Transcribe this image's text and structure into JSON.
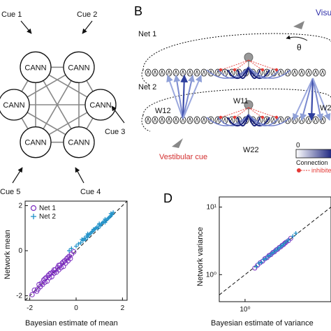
{
  "panel_a": {
    "nodes": [
      {
        "label": "CANN"
      },
      {
        "label": "CANN"
      },
      {
        "label": "CANN"
      },
      {
        "label": "CANN"
      },
      {
        "label": "CANN"
      },
      {
        "label": "CANN"
      }
    ],
    "cues": [
      "Cue 1",
      "Cue 2",
      "Cue 3",
      "Cue 4",
      "Cue 5"
    ]
  },
  "panel_b": {
    "letter": "B",
    "net1_label": "Net 1",
    "net2_label": "Net 2",
    "theta": "θ",
    "visual_cue": "Visu",
    "vestibular_cue": "Vestibular cue",
    "w11": "W11",
    "w12": "W12",
    "w22": "W22",
    "w21": "W2",
    "colorbar": {
      "min_label": "0",
      "title": "Connection",
      "inhibit_label": "inhibite"
    },
    "colors": {
      "excitatory": "#1a237e",
      "inhibitory": "#e53935",
      "visual": "#2e2ea8",
      "vestibular": "#d32f2f"
    }
  },
  "panel_c": {
    "chart_data": {
      "type": "scatter",
      "xlabel": "Bayesian estimate of mean",
      "ylabel": "Network mean",
      "xlim": [
        -2.2,
        2.2
      ],
      "ylim": [
        -2.2,
        2.2
      ],
      "xticks": [
        "-2",
        "0",
        "2"
      ],
      "yticks": [
        "-2",
        "0",
        "2"
      ],
      "legend": "top-left",
      "series": [
        {
          "name": "Net 1",
          "marker": "circle",
          "color": "#7b2cbf",
          "x": [
            -1.9,
            -1.8,
            -1.7,
            -1.6,
            -1.55,
            -1.5,
            -1.45,
            -1.4,
            -1.35,
            -1.3,
            -1.25,
            -1.2,
            -1.15,
            -1.1,
            -1.05,
            -1.0,
            -0.95,
            -0.9,
            -0.85,
            -0.8,
            -0.75,
            -0.7,
            -0.65,
            -0.6,
            -0.55,
            -0.5,
            -0.45,
            -0.4,
            -0.35,
            -0.3,
            -0.25,
            -0.2,
            -0.1,
            -1.65,
            -1.35,
            -1.15,
            -0.95,
            -0.75,
            -0.55,
            -0.35
          ],
          "y": [
            -1.95,
            -1.75,
            -1.8,
            -1.5,
            -1.6,
            -1.45,
            -1.5,
            -1.3,
            -1.4,
            -1.2,
            -1.35,
            -1.1,
            -1.2,
            -1.0,
            -1.15,
            -0.95,
            -1.0,
            -0.85,
            -0.95,
            -0.75,
            -0.85,
            -0.65,
            -0.75,
            -0.55,
            -0.7,
            -0.45,
            -0.55,
            -0.35,
            -0.45,
            -0.25,
            -0.35,
            -0.15,
            -0.05,
            -1.7,
            -1.25,
            -1.05,
            -0.85,
            -0.65,
            -0.5,
            -0.3
          ]
        },
        {
          "name": "Net 2",
          "marker": "plus",
          "color": "#1e90c8",
          "x": [
            0.0,
            0.1,
            0.2,
            0.3,
            0.35,
            0.4,
            0.45,
            0.5,
            0.55,
            0.6,
            0.65,
            0.7,
            0.75,
            0.8,
            0.85,
            0.9,
            0.95,
            1.0,
            1.05,
            1.1,
            1.15,
            1.2,
            1.25,
            1.3,
            1.35,
            1.4,
            1.45,
            1.5,
            1.55,
            1.6,
            0.25,
            0.5,
            0.75,
            1.0,
            1.25,
            1.5,
            -0.3,
            -0.2
          ],
          "y": [
            0.2,
            0.3,
            0.35,
            0.45,
            0.55,
            0.5,
            0.65,
            0.6,
            0.7,
            0.75,
            0.8,
            0.85,
            0.9,
            0.95,
            1.0,
            1.05,
            1.0,
            1.15,
            1.1,
            1.2,
            1.25,
            1.3,
            1.25,
            1.35,
            1.4,
            1.45,
            1.5,
            1.55,
            1.6,
            1.7,
            0.5,
            0.75,
            0.95,
            1.2,
            1.4,
            1.65,
            0.0,
            0.1
          ]
        }
      ]
    }
  },
  "panel_d": {
    "letter": "D",
    "chart_data": {
      "type": "scatter",
      "xlabel": "Bayesian estimate of variance",
      "ylabel": "Network variance",
      "x_scale": "log",
      "y_scale": "log",
      "xticks": [
        "10⁰"
      ],
      "yticks": [
        "10⁰",
        "10¹"
      ],
      "series": [
        {
          "name": "Net 1",
          "marker": "circle",
          "color": "#7b2cbf",
          "x": [
            1.3,
            1.4,
            1.5,
            1.6,
            1.7,
            1.8,
            1.9,
            2.0,
            2.1,
            2.2,
            2.3,
            2.4,
            2.5,
            2.6,
            2.7,
            2.8,
            2.9,
            3.0,
            3.2,
            3.4
          ],
          "y": [
            1.25,
            1.38,
            1.5,
            1.58,
            1.72,
            1.78,
            1.92,
            1.98,
            2.12,
            2.18,
            2.32,
            2.38,
            2.52,
            2.58,
            2.72,
            2.78,
            2.92,
            3.02,
            3.18,
            3.45
          ]
        },
        {
          "name": "Net 2",
          "marker": "plus",
          "color": "#1e90c8",
          "x": [
            1.35,
            1.45,
            1.55,
            1.65,
            1.75,
            1.85,
            1.95,
            2.05,
            2.15,
            2.25,
            2.35,
            2.45,
            2.55,
            2.65,
            2.75,
            2.85,
            3.0,
            3.2,
            3.6,
            3.9
          ],
          "y": [
            1.32,
            1.48,
            1.52,
            1.68,
            1.72,
            1.88,
            1.92,
            2.08,
            2.12,
            2.28,
            2.32,
            2.48,
            2.52,
            2.68,
            2.72,
            2.88,
            3.05,
            3.25,
            3.7,
            4.1
          ]
        }
      ]
    }
  }
}
